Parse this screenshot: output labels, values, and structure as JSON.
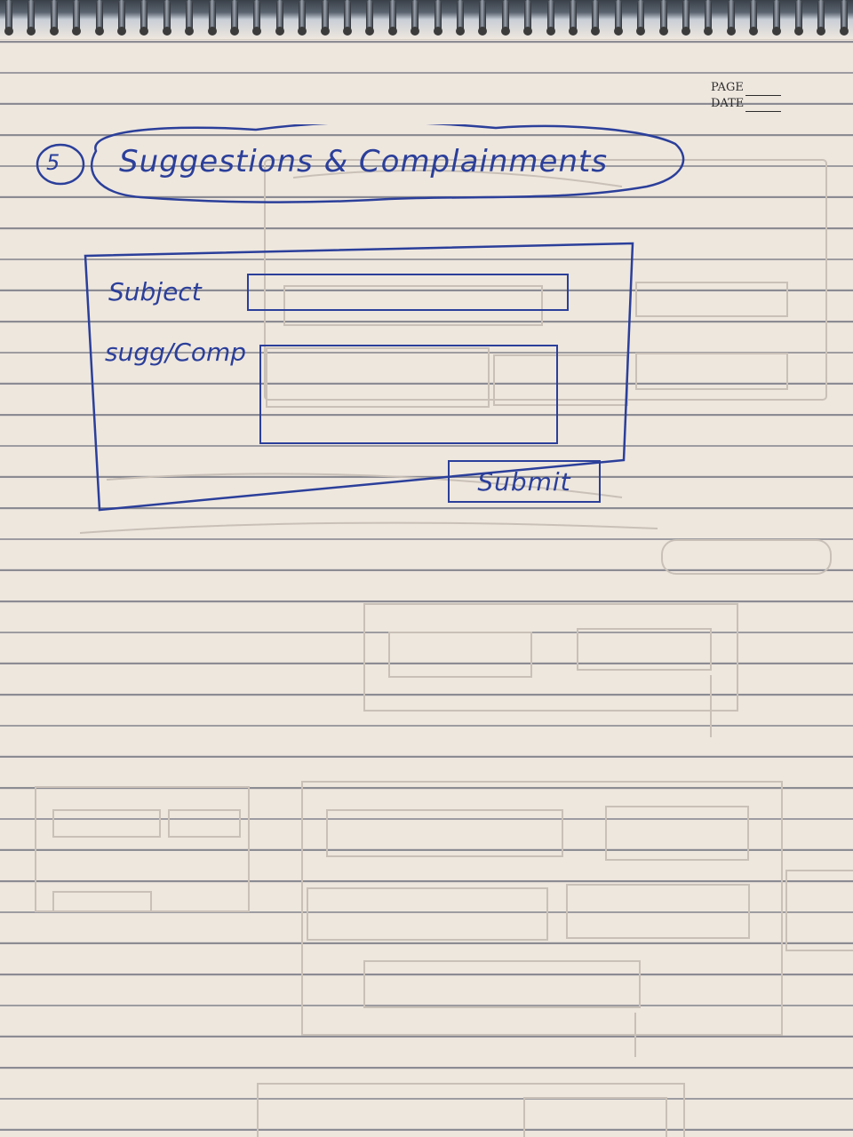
{
  "header": {
    "page_label": "PAGE",
    "date_label": "DATE"
  },
  "heading": {
    "number": "5",
    "title": "Suggestions & Complainments"
  },
  "form": {
    "subject_label": "Subject",
    "subject_value": "",
    "sugg_label": "sugg/Comp",
    "sugg_value": "",
    "submit_label": "Submit"
  },
  "colors": {
    "ink": "#2b3f9a",
    "paper": "#eee7de",
    "rule_line": "#8a8a92"
  }
}
